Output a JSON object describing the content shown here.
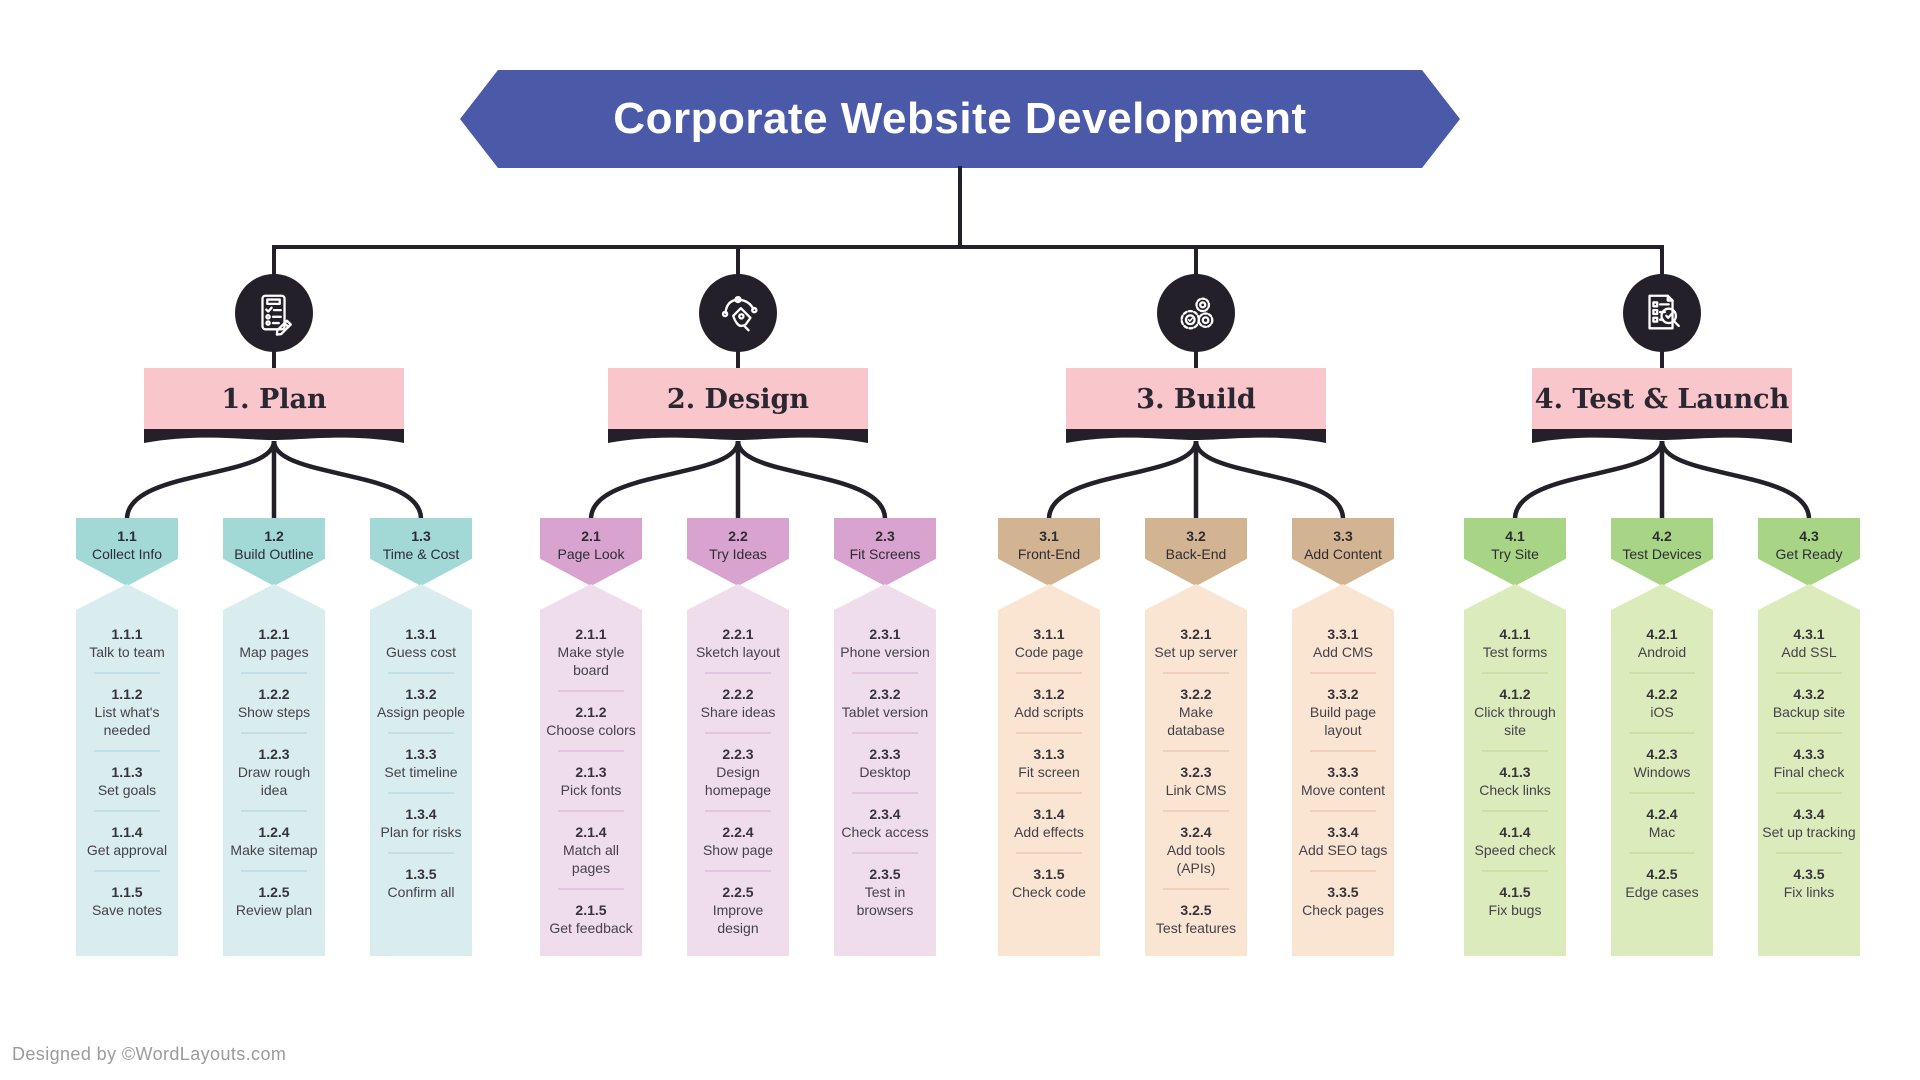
{
  "title": "Corporate Website Development",
  "footer": "Designed by ©WordLayouts.com",
  "colors": {
    "title_banner": "#4a5aa8",
    "line_dark": "#232029",
    "section_header_pink": "#f8c6cb",
    "plan_banner": "#a2d9d6",
    "plan_body": "#d9ecee",
    "design_banner": "#d8a3cf",
    "design_body": "#f0ddec",
    "build_banner": "#d3b492",
    "build_body": "#f9e5d1",
    "test_banner": "#a8d585",
    "test_body": "#dcebbb"
  },
  "sections": [
    {
      "label": "1. Plan",
      "icon": "clipboard-pencil-icon",
      "columns": [
        {
          "number": "1.1",
          "label": "Collect Info",
          "items": [
            {
              "number": "1.1.1",
              "label": "Talk to team"
            },
            {
              "number": "1.1.2",
              "label": "List what's needed"
            },
            {
              "number": "1.1.3",
              "label": "Set goals"
            },
            {
              "number": "1.1.4",
              "label": "Get approval"
            },
            {
              "number": "1.1.5",
              "label": "Save notes"
            }
          ]
        },
        {
          "number": "1.2",
          "label": "Build Outline",
          "items": [
            {
              "number": "1.2.1",
              "label": "Map pages"
            },
            {
              "number": "1.2.2",
              "label": "Show steps"
            },
            {
              "number": "1.2.3",
              "label": "Draw rough idea"
            },
            {
              "number": "1.2.4",
              "label": "Make sitemap"
            },
            {
              "number": "1.2.5",
              "label": "Review plan"
            }
          ]
        },
        {
          "number": "1.3",
          "label": "Time & Cost",
          "items": [
            {
              "number": "1.3.1",
              "label": "Guess cost"
            },
            {
              "number": "1.3.2",
              "label": "Assign people"
            },
            {
              "number": "1.3.3",
              "label": "Set timeline"
            },
            {
              "number": "1.3.4",
              "label": "Plan for risks"
            },
            {
              "number": "1.3.5",
              "label": "Confirm all"
            }
          ]
        }
      ]
    },
    {
      "label": "2. Design",
      "icon": "pen-tool-icon",
      "columns": [
        {
          "number": "2.1",
          "label": "Page Look",
          "items": [
            {
              "number": "2.1.1",
              "label": "Make style board"
            },
            {
              "number": "2.1.2",
              "label": "Choose colors"
            },
            {
              "number": "2.1.3",
              "label": "Pick fonts"
            },
            {
              "number": "2.1.4",
              "label": "Match all pages"
            },
            {
              "number": "2.1.5",
              "label": "Get feedback"
            }
          ]
        },
        {
          "number": "2.2",
          "label": "Try Ideas",
          "items": [
            {
              "number": "2.2.1",
              "label": "Sketch layout"
            },
            {
              "number": "2.2.2",
              "label": "Share ideas"
            },
            {
              "number": "2.2.3",
              "label": "Design homepage"
            },
            {
              "number": "2.2.4",
              "label": "Show page"
            },
            {
              "number": "2.2.5",
              "label": "Improve design"
            }
          ]
        },
        {
          "number": "2.3",
          "label": "Fit Screens",
          "items": [
            {
              "number": "2.3.1",
              "label": "Phone version"
            },
            {
              "number": "2.3.2",
              "label": "Tablet version"
            },
            {
              "number": "2.3.3",
              "label": "Desktop"
            },
            {
              "number": "2.3.4",
              "label": "Check access"
            },
            {
              "number": "2.3.5",
              "label": "Test in browsers"
            }
          ]
        }
      ]
    },
    {
      "label": "3. Build",
      "icon": "gears-icon",
      "columns": [
        {
          "number": "3.1",
          "label": "Front-End",
          "items": [
            {
              "number": "3.1.1",
              "label": "Code page"
            },
            {
              "number": "3.1.2",
              "label": "Add scripts"
            },
            {
              "number": "3.1.3",
              "label": "Fit screen"
            },
            {
              "number": "3.1.4",
              "label": "Add effects"
            },
            {
              "number": "3.1.5",
              "label": "Check code"
            }
          ]
        },
        {
          "number": "3.2",
          "label": "Back-End",
          "items": [
            {
              "number": "3.2.1",
              "label": "Set up server"
            },
            {
              "number": "3.2.2",
              "label": "Make database"
            },
            {
              "number": "3.2.3",
              "label": "Link CMS"
            },
            {
              "number": "3.2.4",
              "label": "Add tools (APIs)"
            },
            {
              "number": "3.2.5",
              "label": "Test features"
            }
          ]
        },
        {
          "number": "3.3",
          "label": "Add Content",
          "items": [
            {
              "number": "3.3.1",
              "label": "Add CMS"
            },
            {
              "number": "3.3.2",
              "label": "Build page layout"
            },
            {
              "number": "3.3.3",
              "label": "Move content"
            },
            {
              "number": "3.3.4",
              "label": "Add SEO tags"
            },
            {
              "number": "3.3.5",
              "label": "Check pages"
            }
          ]
        }
      ]
    },
    {
      "label": "4. Test & Launch",
      "icon": "checklist-magnifier-icon",
      "columns": [
        {
          "number": "4.1",
          "label": "Try Site",
          "items": [
            {
              "number": "4.1.1",
              "label": "Test forms"
            },
            {
              "number": "4.1.2",
              "label": "Click through site"
            },
            {
              "number": "4.1.3",
              "label": "Check links"
            },
            {
              "number": "4.1.4",
              "label": "Speed check"
            },
            {
              "number": "4.1.5",
              "label": "Fix bugs"
            }
          ]
        },
        {
          "number": "4.2",
          "label": "Test Devices",
          "items": [
            {
              "number": "4.2.1",
              "label": "Android"
            },
            {
              "number": "4.2.2",
              "label": "iOS"
            },
            {
              "number": "4.2.3",
              "label": "Windows"
            },
            {
              "number": "4.2.4",
              "label": "Mac"
            },
            {
              "number": "4.2.5",
              "label": "Edge cases"
            }
          ]
        },
        {
          "number": "4.3",
          "label": "Get Ready",
          "items": [
            {
              "number": "4.3.1",
              "label": "Add SSL"
            },
            {
              "number": "4.3.2",
              "label": "Backup site"
            },
            {
              "number": "4.3.3",
              "label": "Final check"
            },
            {
              "number": "4.3.4",
              "label": "Set up tracking"
            },
            {
              "number": "4.3.5",
              "label": "Fix links"
            }
          ]
        }
      ]
    }
  ]
}
